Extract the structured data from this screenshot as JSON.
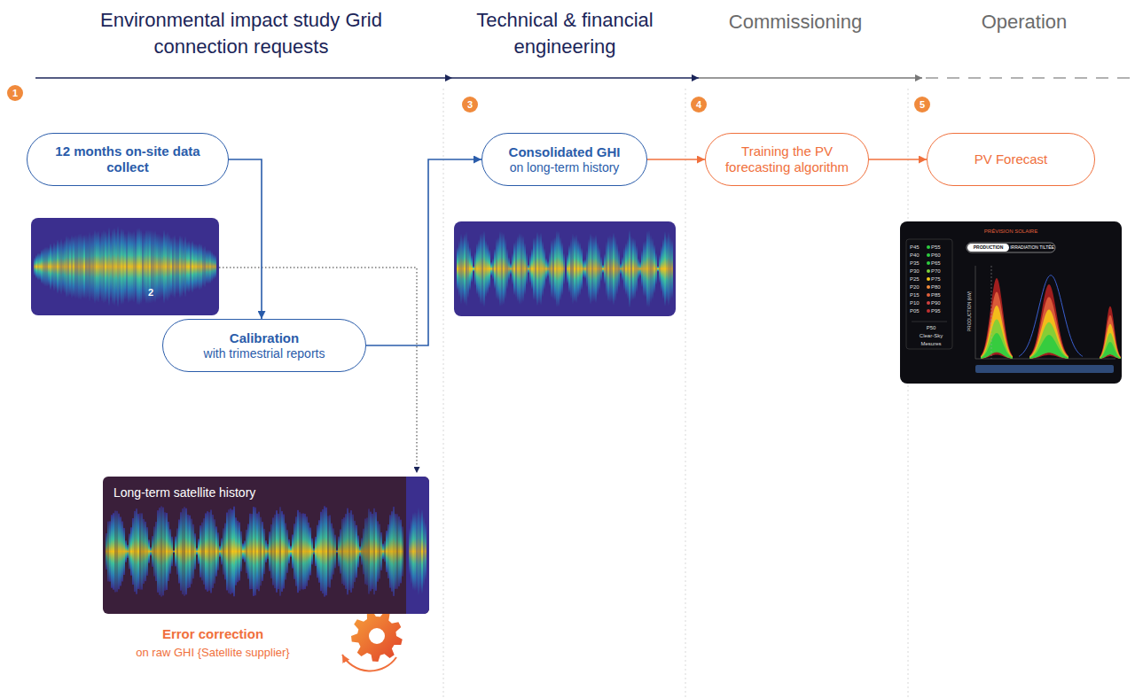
{
  "diagram": {
    "nodes": [
      {
        "text": [
          "12 months on-site data collect"
        ]
      },
      {
        "text": [
          "Calibration",
          "with trimestrial reports"
        ]
      },
      {
        "text": [
          "Consolidated GHI",
          "on long-term history"
        ]
      },
      {
        "text": [
          "Training the PV forecasting algorithm"
        ]
      },
      {
        "text": [
          "PV Forecast"
        ]
      },
      {
        "text": [
          "Long-term satellite history"
        ]
      }
    ],
    "edges": [
      {
        "from": 0,
        "to": 1,
        "arrow": "to"
      },
      {
        "from": 1,
        "to": 2,
        "arrow": "to"
      },
      {
        "from": 2,
        "to": 3,
        "arrow": "to"
      },
      {
        "from": 3,
        "to": 4,
        "arrow": "to"
      }
    ],
    "labels": [
      "Environmental impact study Grid connection requests",
      "Technical & financial engineering",
      "Commissioning",
      "Operation",
      "1",
      "2",
      "3",
      "4",
      "5",
      "Error correction",
      "on raw GHI {Satellite supplier}",
      "PRÉVISION SOLAIRE",
      "PRODUCTION",
      "IRRADIATION TILTÉE",
      "P45",
      "P55",
      "P40",
      "P60",
      "P35",
      "P65",
      "P30",
      "P70",
      "P25",
      "P75",
      "P20",
      "P80",
      "P15",
      "P85",
      "P10",
      "P90",
      "P05",
      "P95",
      "P50",
      "Clear-Sky",
      "Mesures",
      "PRODUCTION (kW)"
    ]
  }
}
